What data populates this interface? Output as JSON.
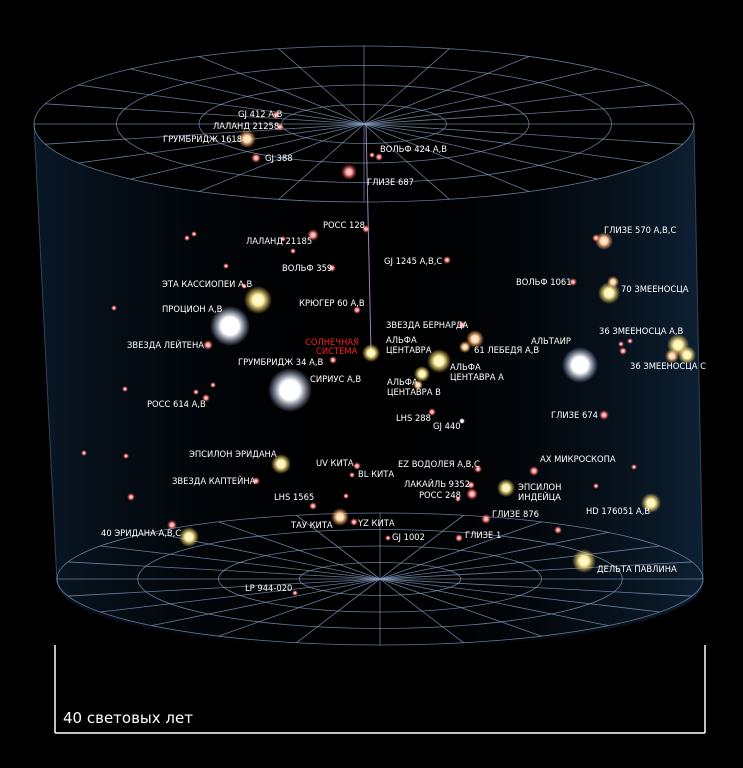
{
  "scale": {
    "label": "40 световых лет"
  },
  "colors": {
    "white": "#ffffff",
    "yellow": "#fff2a8",
    "orange": "#ffd0a0",
    "red": "#ff8a8a",
    "label_red": "#ff1a1a"
  },
  "stars": [
    {
      "id": "gj412",
      "label": "GJ 412 A,B",
      "color": "red"
    },
    {
      "id": "lal21258",
      "label": "ЛАЛАНД 21258",
      "color": "red"
    },
    {
      "id": "grm1618",
      "label": "ГРУМБРИДЖ 1618",
      "color": "orange"
    },
    {
      "id": "gj388",
      "label": "GJ 388",
      "color": "red"
    },
    {
      "id": "wolf424",
      "label": "ВОЛЬФ 424 A,B",
      "color": "red"
    },
    {
      "id": "gl687",
      "label": "ГЛИЗЕ 687",
      "color": "red"
    },
    {
      "id": "ross128",
      "label": "РОСС 128",
      "color": "red"
    },
    {
      "id": "lal21185",
      "label": "ЛАЛАНД 21185",
      "color": "red"
    },
    {
      "id": "gj1245",
      "label": "GJ 1245 A,B,C",
      "color": "red"
    },
    {
      "id": "gl570",
      "label": "ГЛИЗЕ 570 A,B,C",
      "color": "orange"
    },
    {
      "id": "wolf359",
      "label": "ВОЛЬФ 359",
      "color": "red"
    },
    {
      "id": "wolf1061",
      "label": "ВОЛЬФ 1061",
      "color": "red"
    },
    {
      "id": "70oph",
      "label": "70 ЗМЕЕНОСЦА",
      "color": "yellow"
    },
    {
      "id": "etacas",
      "label": "ЭТА КАССИОПЕИ A,B",
      "color": "yellow"
    },
    {
      "id": "procyon",
      "label": "ПРОЦИОН A,B",
      "color": "white"
    },
    {
      "id": "kruger60",
      "label": "КРЮГЕР 60 A,B",
      "color": "red"
    },
    {
      "id": "barnard",
      "label": "ЗВЕЗДА БЕРНАРДА",
      "color": "red"
    },
    {
      "id": "36oph",
      "label": "36 ЗМЕЕНОСЦА A,B",
      "color": "yellow"
    },
    {
      "id": "luyten",
      "label": "ЗВЕЗДА ЛЕЙТЕНА",
      "color": "red"
    },
    {
      "id": "sun",
      "label": "СОЛНЕЧНАЯ",
      "label2": "СИСТЕМА",
      "color": "yellow"
    },
    {
      "id": "alphacen",
      "label": "АЛЬФА",
      "label2": "ЦЕНТАВРА",
      "color": "yellow"
    },
    {
      "id": "61cyg",
      "label": "61 ЛЕБЕДЯ A,B",
      "color": "orange"
    },
    {
      "id": "altair",
      "label": "АЛЬТАИР",
      "color": "white"
    },
    {
      "id": "grm34",
      "label": "ГРУМБРИДЖ 34 A,B",
      "color": "red"
    },
    {
      "id": "alphacenA",
      "label": "АЛЬФА",
      "label2": "ЦЕНТАВРА A",
      "color": "yellow"
    },
    {
      "id": "36ophC",
      "label": "36 ЗМЕЕНОСЦА C",
      "color": "orange"
    },
    {
      "id": "sirius",
      "label": "СИРИУС A,B",
      "color": "white"
    },
    {
      "id": "alphacenB",
      "label": "АЛЬФА",
      "label2": "ЦЕНТАВРА B",
      "color": "yellow"
    },
    {
      "id": "ross614",
      "label": "РОСС 614 A,B",
      "color": "red"
    },
    {
      "id": "lhs288",
      "label": "LHS 288",
      "color": "red"
    },
    {
      "id": "gl674",
      "label": "ГЛИЗЕ 674",
      "color": "red"
    },
    {
      "id": "gj440",
      "label": "GJ 440",
      "color": "white"
    },
    {
      "id": "epseri",
      "label": "ЭПСИЛОН ЭРИДАНА",
      "color": "yellow"
    },
    {
      "id": "uvcet",
      "label": "UV КИТА",
      "color": "red"
    },
    {
      "id": "ezaqr",
      "label": "EZ ВОДОЛЕЯ A,B,C",
      "color": "red"
    },
    {
      "id": "axmic",
      "label": "AX МИКРОСКОПА",
      "color": "red"
    },
    {
      "id": "blcet",
      "label": "BL КИТА",
      "color": "red"
    },
    {
      "id": "kapteyn",
      "label": "ЗВЕЗДА КАПТЕЙНА",
      "color": "red"
    },
    {
      "id": "lac9352",
      "label": "ЛАКАЙЛЬ 9352",
      "color": "red"
    },
    {
      "id": "epsind",
      "label": "ЭПСИЛОН",
      "label2": "ИНДЕЙЦА",
      "color": "yellow"
    },
    {
      "id": "ross248",
      "label": "РОСС 248",
      "color": "red"
    },
    {
      "id": "lhs1565",
      "label": "LHS 1565",
      "color": "red"
    },
    {
      "id": "gl876",
      "label": "ГЛИЗЕ 876",
      "color": "red"
    },
    {
      "id": "hd176051",
      "label": "HD 176051 A,B",
      "color": "yellow"
    },
    {
      "id": "taucet",
      "label": "ТАУ КИТА",
      "color": "orange"
    },
    {
      "id": "yzcet",
      "label": "YZ КИТА",
      "color": "red"
    },
    {
      "id": "40eri",
      "label": "40 ЭРИДАНА A,B,C",
      "color": "yellow"
    },
    {
      "id": "gj1002",
      "label": "GJ 1002",
      "color": "red"
    },
    {
      "id": "gl1",
      "label": "ГЛИЗЕ 1",
      "color": "red"
    },
    {
      "id": "deltapav",
      "label": "ДЕЛЬТА ПАВЛИНА",
      "color": "yellow"
    },
    {
      "id": "lp944",
      "label": "LP 944-020",
      "color": "red"
    }
  ]
}
